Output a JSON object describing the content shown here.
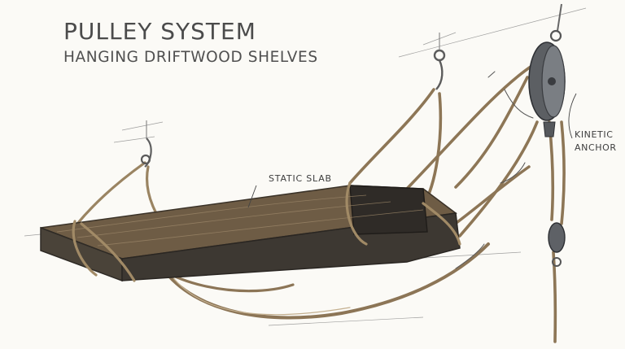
{
  "title": "PULLEY SYSTEM",
  "subtitle": "HANGING DRIFTWOOD SHELVES",
  "labels": {
    "static_slab": "STATIC SLAB",
    "kinetic_anchor_line1": "KINETIC",
    "kinetic_anchor_line2": "ANCHOR"
  },
  "colors": {
    "wood_top": "#6b5a44",
    "wood_side": "#3f3a33",
    "rope": "#a28a66",
    "metal": "#6e6e6e",
    "ink": "#3a3a3a"
  }
}
